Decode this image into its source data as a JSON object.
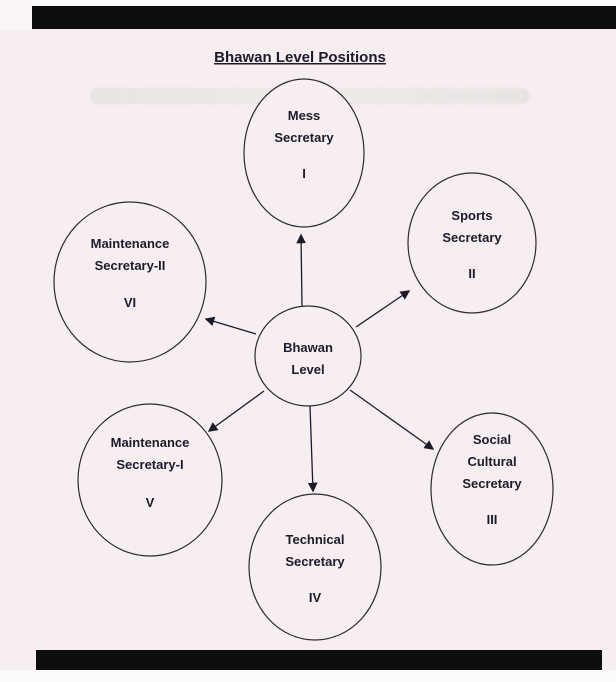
{
  "title": "Bhawan Level Positions",
  "center": {
    "line1": "Bhawan",
    "line2": "Level"
  },
  "nodes": {
    "mess": {
      "line1": "Mess",
      "line2": "Secretary",
      "numeral": "I"
    },
    "sports": {
      "line1": "Sports",
      "line2": "Secretary",
      "numeral": "II"
    },
    "social": {
      "line1": "Social",
      "line2": "Cultural",
      "line3": "Secretary",
      "numeral": "III"
    },
    "technical": {
      "line1": "Technical",
      "line2": "Secretary",
      "numeral": "IV"
    },
    "maintenance1": {
      "line1": "Maintenance",
      "line2": "Secretary-I",
      "numeral": "V"
    },
    "maintenance2": {
      "line1": "Maintenance",
      "line2": "Secretary-II",
      "numeral": "VI"
    }
  },
  "colors": {
    "ink": "#1c1b2a",
    "background": "#f6eef1",
    "scan_bar": "#0e0d10"
  }
}
